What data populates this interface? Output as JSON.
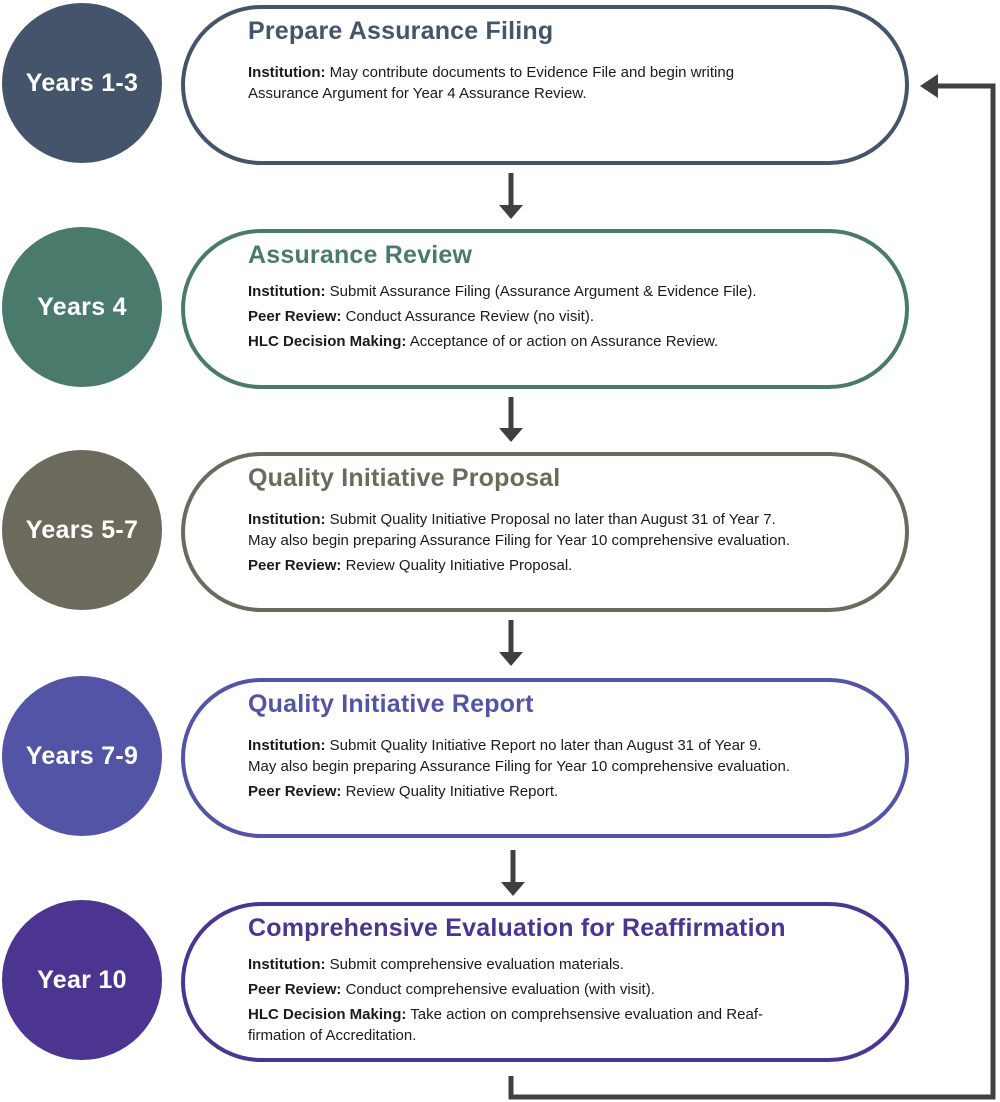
{
  "stages": [
    {
      "period": "Years 1-3",
      "title": "Prepare Assurance Filing",
      "color": "#44546a",
      "lines": [
        {
          "label": "Institution:",
          "text": "May contribute documents to Evidence File and begin writing",
          "cont": "Assurance Argument for Year 4 Assurance Review."
        }
      ]
    },
    {
      "period": "Years 4",
      "title": "Assurance Review",
      "color": "#4a7a6c",
      "lines": [
        {
          "label": "Institution:",
          "text": "Submit Assurance Filing (Assurance Argument & Evidence File).",
          "cont": ""
        },
        {
          "label": "Peer Review:",
          "text": "Conduct Assurance Review (no visit).",
          "cont": ""
        },
        {
          "label": "HLC Decision Making:",
          "text": "Acceptance of or action on Assurance Review.",
          "cont": ""
        }
      ]
    },
    {
      "period": "Years 5-7",
      "title": "Quality Initiative Proposal",
      "color": "#6b6a5c",
      "lines": [
        {
          "label": "Institution:",
          "text": "Submit Quality Initiative Proposal no later than August 31 of Year 7.",
          "cont": "May also begin preparing Assurance Filing for Year 10 comprehensive evaluation."
        },
        {
          "label": "Peer Review:",
          "text": "Review Quality Initiative Proposal.",
          "cont": ""
        }
      ]
    },
    {
      "period": "Years 7-9",
      "title": "Quality Initiative Report",
      "color": "#5454a6",
      "lines": [
        {
          "label": "Institution:",
          "text": "Submit Quality Initiative Report no later than August 31 of Year 9.",
          "cont": "May also begin preparing Assurance Filing for Year 10 comprehensive evaluation."
        },
        {
          "label": "Peer Review:",
          "text": "Review Quality Initiative Report.",
          "cont": ""
        }
      ]
    },
    {
      "period": "Year 10",
      "title": "Comprehensive Evaluation for Reaffirmation",
      "color": "#4b3591",
      "lines": [
        {
          "label": "Institution:",
          "text": "Submit comprehensive evaluation materials.",
          "cont": ""
        },
        {
          "label": "Peer Review:",
          "text": "Conduct comprehensive evaluation (with visit).",
          "cont": ""
        },
        {
          "label": "HLC Decision Making:",
          "text": "Take action on comprehsensive evaluation and Reaf-",
          "cont": "firmation of Accreditation."
        }
      ]
    }
  ],
  "arrow_color": "#404040"
}
